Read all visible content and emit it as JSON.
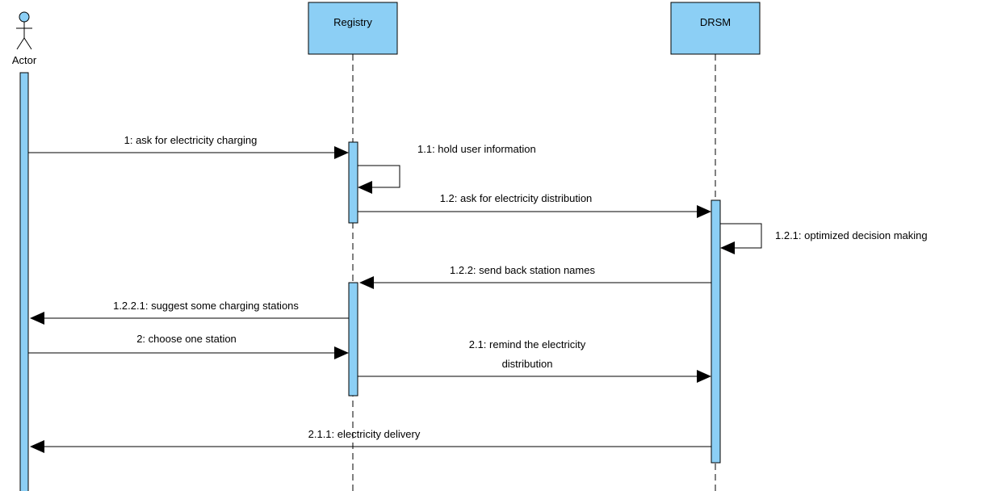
{
  "diagram": {
    "type": "sequence",
    "accent_color": "#8ccff5",
    "stroke_color": "#000000",
    "lifelines": [
      {
        "id": "actor",
        "name": "Actor",
        "kind": "actor"
      },
      {
        "id": "registry",
        "name": "Registry",
        "kind": "object"
      },
      {
        "id": "drsm",
        "name": "DRSM",
        "kind": "object"
      }
    ],
    "messages": [
      {
        "id": "m1",
        "label": "1: ask for electricity charging",
        "from": "actor",
        "to": "registry"
      },
      {
        "id": "m1_1",
        "label": "1.1: hold user information",
        "from": "registry",
        "to": "registry"
      },
      {
        "id": "m1_2",
        "label": "1.2: ask for electricity distribution",
        "from": "registry",
        "to": "drsm"
      },
      {
        "id": "m1_2_1",
        "label": "1.2.1: optimized decision making",
        "from": "drsm",
        "to": "drsm"
      },
      {
        "id": "m1_2_2",
        "label": "1.2.2: send back station names",
        "from": "drsm",
        "to": "registry"
      },
      {
        "id": "m1_2_2_1",
        "label": "1.2.2.1: suggest some charging stations",
        "from": "registry",
        "to": "actor"
      },
      {
        "id": "m2",
        "label": "2: choose one station",
        "from": "actor",
        "to": "registry"
      },
      {
        "id": "m2_1",
        "label_lines": [
          "2.1: remind the electricity",
          "distribution"
        ],
        "from": "registry",
        "to": "drsm"
      },
      {
        "id": "m2_1_1",
        "label": "2.1.1: electricity delivery",
        "from": "drsm",
        "to": "actor"
      }
    ]
  }
}
